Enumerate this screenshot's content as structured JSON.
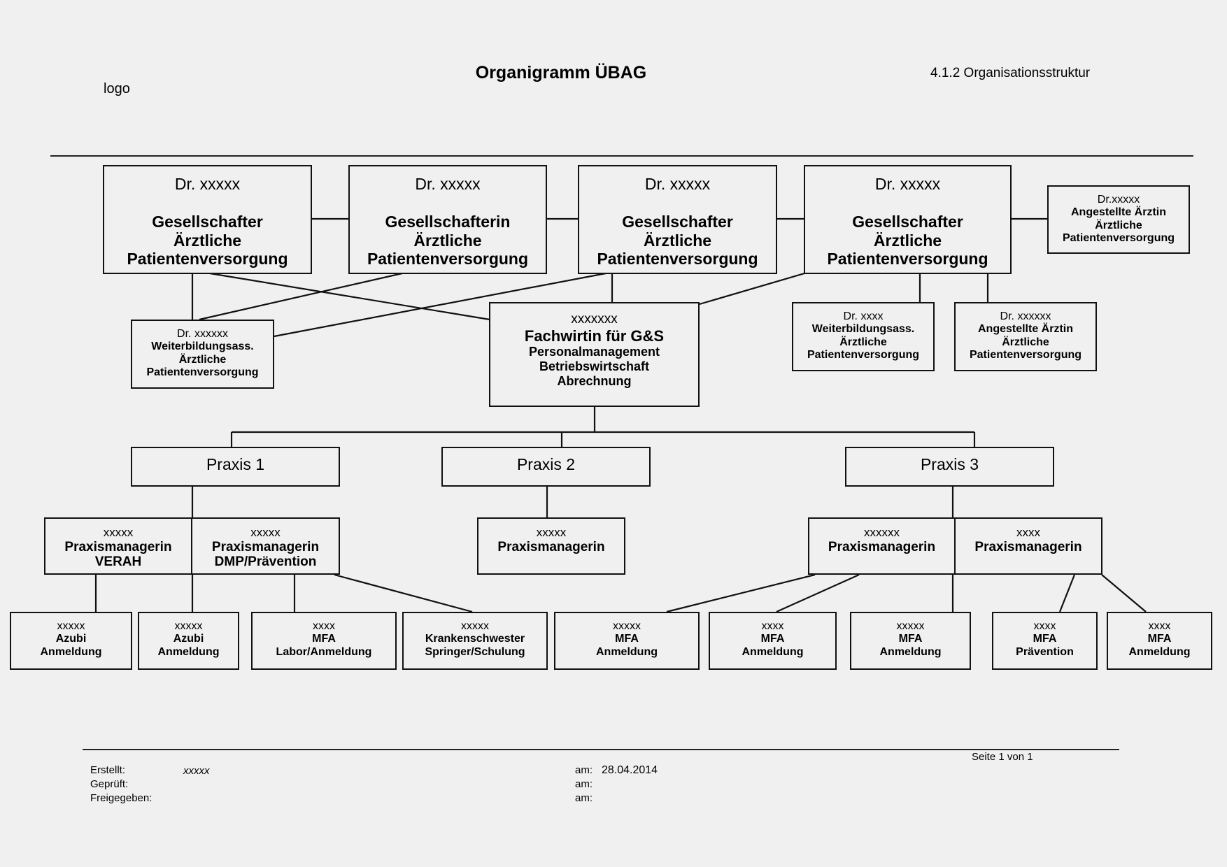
{
  "header": {
    "logo": "logo",
    "title": "Organigramm ÜBAG",
    "section": "4.1.2 Organisationsstruktur"
  },
  "partners": [
    {
      "name": "Dr. xxxxx",
      "role": "Gesellschafter",
      "line1": "Ärztliche",
      "line2": "Patientenversorgung"
    },
    {
      "name": "Dr. xxxxx",
      "role": "Gesellschafterin",
      "line1": "Ärztliche",
      "line2": "Patientenversorgung"
    },
    {
      "name": "Dr. xxxxx",
      "role": "Gesellschafter",
      "line1": "Ärztliche",
      "line2": "Patientenversorgung"
    },
    {
      "name": "Dr. xxxxx",
      "role": "Gesellschafter",
      "line1": "Ärztliche",
      "line2": "Patientenversorgung"
    }
  ],
  "employed_doctor_top": {
    "name": "Dr.xxxxx",
    "role": "Angestellte Ärztin",
    "line1": "Ärztliche",
    "line2": "Patientenversorgung"
  },
  "assistant_left": {
    "name": "Dr. xxxxxx",
    "role": "Weiterbildungsass.",
    "line1": "Ärztliche",
    "line2": "Patientenversorgung"
  },
  "manager": {
    "name": "xxxxxxx",
    "role": "Fachwirtin für G&S",
    "line1": "Personalmanagement",
    "line2": "Betriebswirtschaft",
    "line3": "Abrechnung"
  },
  "assistant_right": {
    "name": "Dr. xxxx",
    "role": "Weiterbildungsass.",
    "line1": "Ärztliche",
    "line2": "Patientenversorgung"
  },
  "employed_doctor_right": {
    "name": "Dr. xxxxxx",
    "role": "Angestellte Ärztin",
    "line1": "Ärztliche",
    "line2": "Patientenversorgung"
  },
  "practices": [
    "Praxis 1",
    "Praxis 2",
    "Praxis 3"
  ],
  "practice_managers": [
    {
      "name": "xxxxx",
      "role": "Praxismanagerin",
      "extra": "VERAH"
    },
    {
      "name": "xxxxx",
      "role": "Praxismanagerin",
      "extra": "DMP/Prävention"
    },
    {
      "name": "xxxxx",
      "role": "Praxismanagerin",
      "extra": ""
    },
    {
      "name": "xxxxxx",
      "role": "Praxismanagerin",
      "extra": ""
    },
    {
      "name": "xxxx",
      "role": "Praxismanagerin",
      "extra": ""
    }
  ],
  "staff": [
    {
      "name": "xxxxx",
      "role": "Azubi",
      "area": "Anmeldung"
    },
    {
      "name": "xxxxx",
      "role": "Azubi",
      "area": "Anmeldung"
    },
    {
      "name": "xxxx",
      "role": "MFA",
      "area": "Labor/Anmeldung"
    },
    {
      "name": "xxxxx",
      "role": "Krankenschwester",
      "area": "Springer/Schulung"
    },
    {
      "name": "xxxxx",
      "role": "MFA",
      "area": "Anmeldung"
    },
    {
      "name": "xxxx",
      "role": "MFA",
      "area": "Anmeldung"
    },
    {
      "name": "xxxxx",
      "role": "MFA",
      "area": "Anmeldung"
    },
    {
      "name": "xxxx",
      "role": "MFA",
      "area": "Prävention"
    },
    {
      "name": "xxxx",
      "role": "MFA",
      "area": "Anmeldung"
    }
  ],
  "footer": {
    "page": "Seite 1 von 1",
    "created_label": "Erstellt:",
    "created_by": "xxxxx",
    "checked_label": "Geprüft:",
    "released_label": "Freigegeben:",
    "date_label": "am:",
    "created_date": "28.04.2014"
  }
}
